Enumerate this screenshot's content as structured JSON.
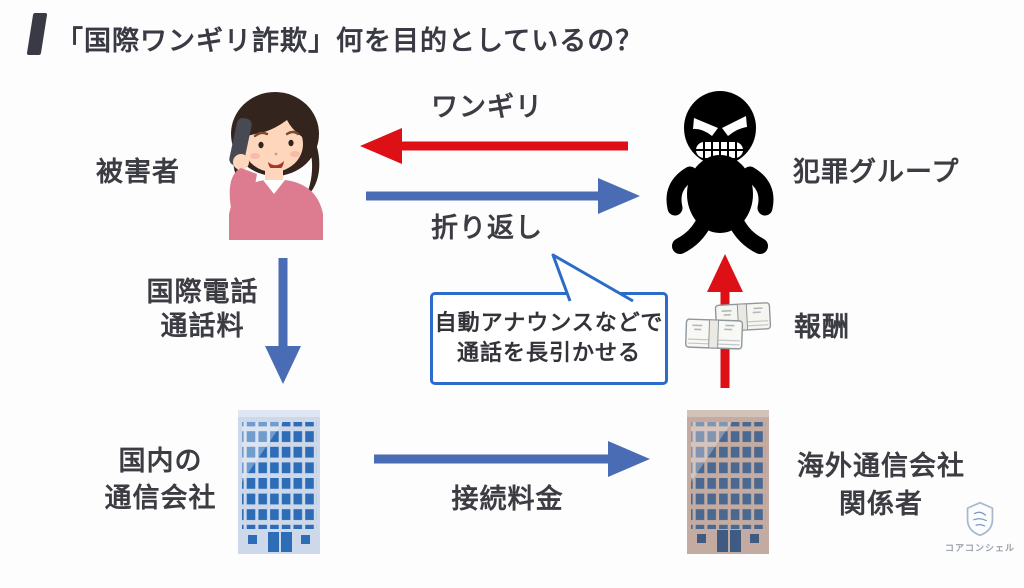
{
  "title": "「国際ワンギリ詐欺」何を目的としているの？",
  "colors": {
    "arrow_red": "#dd1016",
    "arrow_blue": "#4a6cb4",
    "text_dark": "#3c3c43",
    "bubble_border": "#2b6bc9",
    "domestic_building": "#2d6db7",
    "overseas_building": "#4b6890"
  },
  "nodes": {
    "victim": {
      "label": "被害者"
    },
    "criminal": {
      "label": "犯罪グループ"
    },
    "domestic_telecom": {
      "line1": "国内の",
      "line2": "通信会社"
    },
    "overseas_telecom": {
      "line1": "海外通信会社",
      "line2": "関係者"
    }
  },
  "flows": {
    "wangiri": {
      "label": "ワンギリ"
    },
    "callback": {
      "label": "折り返し"
    },
    "intl_fee": {
      "line1": "国際電話",
      "line2": "通話料"
    },
    "connection_fee": {
      "label": "接続料金"
    },
    "reward": {
      "label": "報酬"
    }
  },
  "callout": {
    "line1": "自動アナウンスなどで",
    "line2": "通話を長引かせる"
  },
  "logo": {
    "name": "コアコンシェル"
  }
}
